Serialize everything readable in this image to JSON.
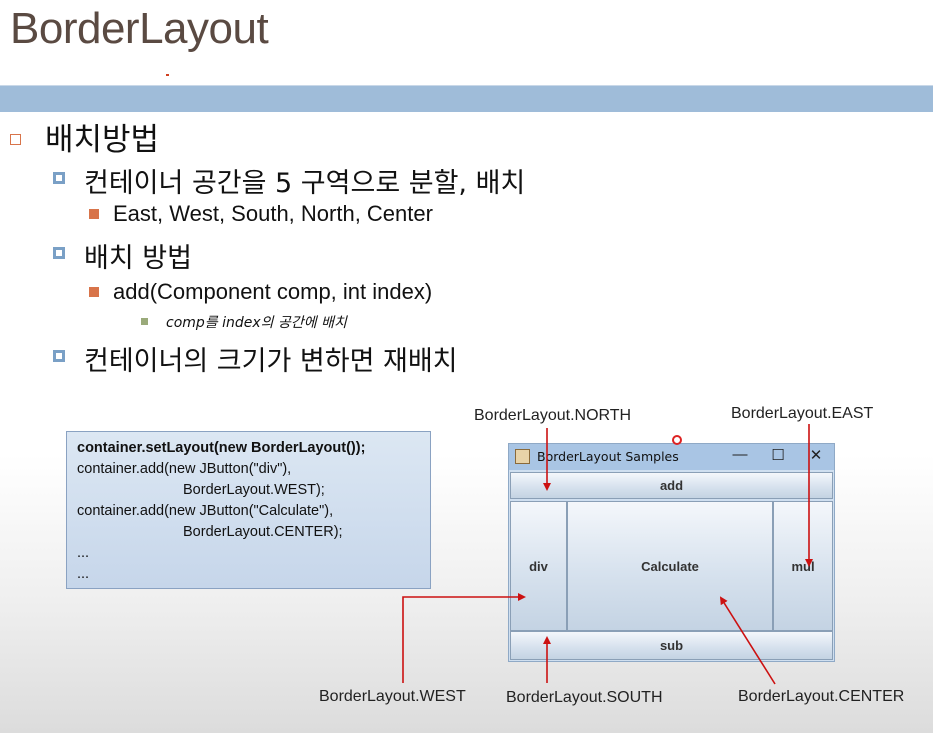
{
  "slide": {
    "title": "BorderLayout",
    "bullets": {
      "l0": "배치방법",
      "l1a": "컨테이너 공간을 5 구역으로 분할, 배치",
      "l2a": "East, West, South, North, Center",
      "l1b": "배치 방법",
      "l2b": "add(Component comp, int index)",
      "l3": "comp를 index의 공간에 배치",
      "l1c": "컨테이너의 크기가 변하면 재배치"
    }
  },
  "code": {
    "line1": "container.setLayout(new BorderLayout());",
    "line2": "container.add(new JButton(\"div\"),",
    "line3": "BorderLayout.WEST);",
    "line4": "container.add(new JButton(\"Calculate\"),",
    "line5": "BorderLayout.CENTER);",
    "line6": "...",
    "line7": "..."
  },
  "window": {
    "title": "BorderLayout Samples",
    "minimize": "—",
    "maximize": "☐",
    "close": "✕",
    "buttons": {
      "north": "add",
      "west": "div",
      "center": "Calculate",
      "east": "mul",
      "south": "sub"
    }
  },
  "labels": {
    "north": "BorderLayout.NORTH",
    "east": "BorderLayout.EAST",
    "west": "BorderLayout.WEST",
    "south": "BorderLayout.SOUTH",
    "center": "BorderLayout.CENTER"
  },
  "colors": {
    "band": "#9fbcd9",
    "arrow": "#cc1111",
    "bullet_orange": "#d8744a",
    "bullet_blue": "#7aa0c6"
  }
}
